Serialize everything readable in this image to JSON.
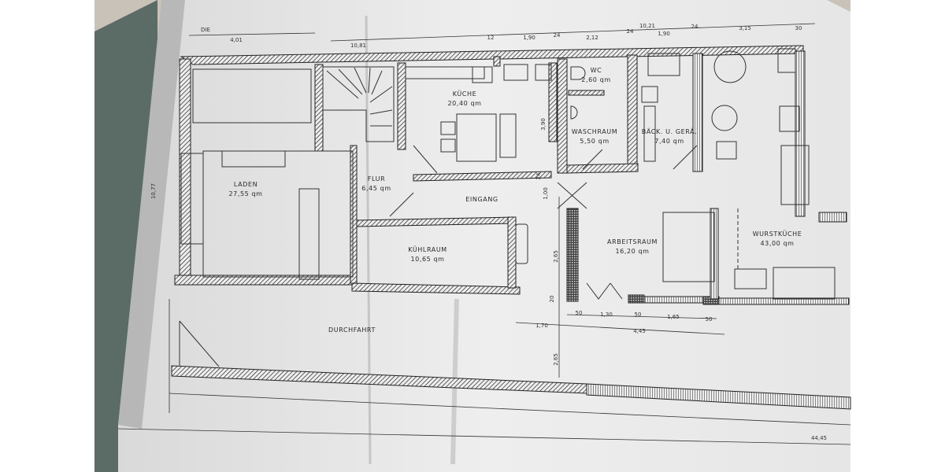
{
  "plan": {
    "corner_note": "DIE",
    "rooms": [
      {
        "name": "LADEN",
        "area": "27,55 qm"
      },
      {
        "name": "FLUR",
        "area": "6,45 qm"
      },
      {
        "name": "KÜCHE",
        "area": "20,40 qm"
      },
      {
        "name": "WC",
        "area": "2,60 qm"
      },
      {
        "name": "WASCHRAUM",
        "area": "5,50 qm"
      },
      {
        "name": "BÄCK. U. GERÄ.",
        "area": "7,40 qm"
      },
      {
        "name": "EINGANG",
        "area": ""
      },
      {
        "name": "KÜHLRAUM",
        "area": "10,65 qm"
      },
      {
        "name": "ARBEITSRAUM",
        "area": "16,20 qm"
      },
      {
        "name": "WURSTKÜCHE",
        "area": "43,00 qm"
      },
      {
        "name": "DURCHFAHRT",
        "area": ""
      }
    ],
    "dimensions": [
      "4,01",
      "10,81",
      "12",
      "1,90",
      "24",
      "2,12",
      "24",
      "10,21",
      "1,90",
      "24",
      "3,15",
      "30",
      "10,77",
      "3,90",
      "24",
      "1,00",
      "2,65",
      "20",
      "50",
      "1,30",
      "50",
      "1,65",
      "50",
      "1,70",
      "4,45",
      "2,65",
      "44,45"
    ],
    "colors": {
      "paper": "#ececec",
      "ink": "#2a2a2a",
      "background_left": "#5b6b66"
    }
  }
}
